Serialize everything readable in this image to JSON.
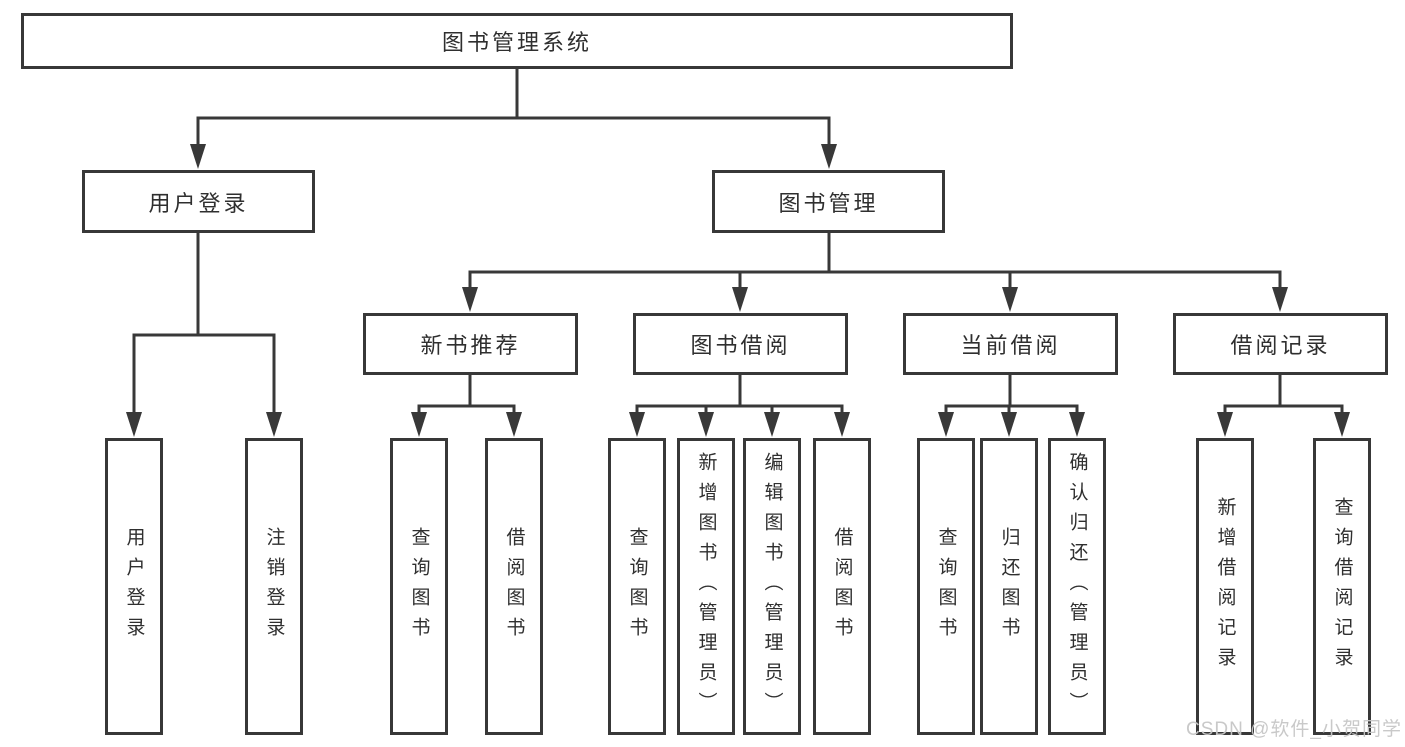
{
  "watermark": "CSDN @软件_小贺同学",
  "colors": {
    "line": "#383838",
    "box_border": "#383838",
    "box_background": "#ffffff",
    "text": "#2f2f2f",
    "watermark": "#c6c6c6"
  },
  "tree": {
    "label": "图书管理系统",
    "children": [
      {
        "label": "用户登录",
        "children": [
          {
            "label": "用户登录"
          },
          {
            "label": "注销登录"
          }
        ]
      },
      {
        "label": "图书管理",
        "children": [
          {
            "label": "新书推荐",
            "children": [
              {
                "label": "查询图书"
              },
              {
                "label": "借阅图书"
              }
            ]
          },
          {
            "label": "图书借阅",
            "children": [
              {
                "label": "查询图书"
              },
              {
                "label": "新增图书（管理员）"
              },
              {
                "label": "编辑图书（管理员）"
              },
              {
                "label": "借阅图书"
              }
            ]
          },
          {
            "label": "当前借阅",
            "children": [
              {
                "label": "查询图书"
              },
              {
                "label": "归还图书"
              },
              {
                "label": "确认归还（管理员）"
              }
            ]
          },
          {
            "label": "借阅记录",
            "children": [
              {
                "label": "新增借阅记录"
              },
              {
                "label": "查询借阅记录"
              }
            ]
          }
        ]
      }
    ]
  }
}
